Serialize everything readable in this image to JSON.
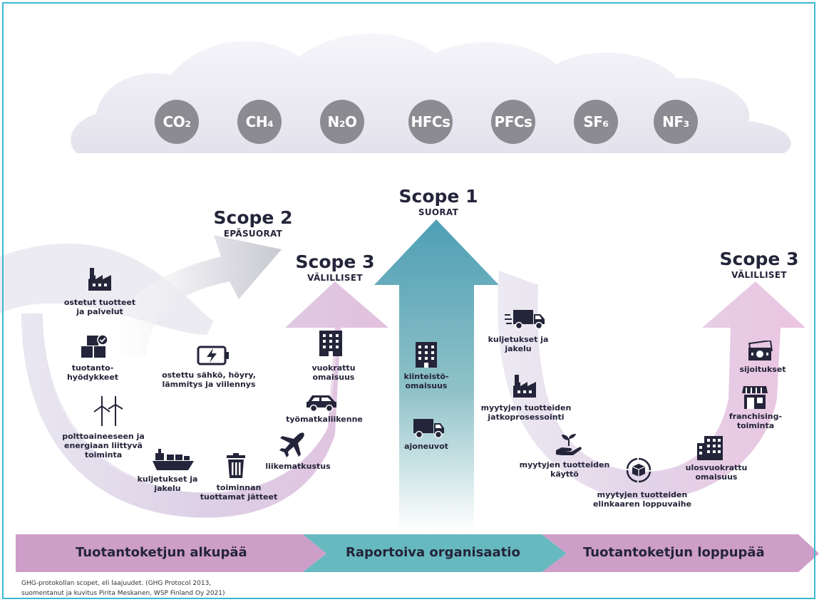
{
  "gases": [
    "CO₂",
    "CH₄",
    "N₂O",
    "HFCs",
    "PFCs",
    "SF₆",
    "NF₃"
  ],
  "scope1": {
    "title": "Scope 1",
    "subtitle": "SUORAT"
  },
  "scope2": {
    "title": "Scope 2",
    "subtitle": "EPÄSUORAT"
  },
  "scope3_up": {
    "title": "Scope 3",
    "subtitle": "VÄLILLISET"
  },
  "scope3_down": {
    "title": "Scope 3",
    "subtitle": "VÄLILLISET"
  },
  "upstream_items": [
    {
      "label": "ostetut tuotteet\nja palvelut",
      "icon": "factory-icon"
    },
    {
      "label": "tuotanto-\nhyödykkeet",
      "icon": "goods-icon"
    },
    {
      "label": "polttoaineeseen ja\nenergiaan liittyvä\ntoiminta",
      "icon": "wind-turbine-icon"
    },
    {
      "label": "kuljetukset ja\njakelu",
      "icon": "ship-icon"
    },
    {
      "label": "toiminnan\ntuottamat jätteet",
      "icon": "trash-icon"
    },
    {
      "label": "liikematkustus",
      "icon": "airplane-icon"
    },
    {
      "label": "työmatkaliikenne",
      "icon": "car-icon"
    },
    {
      "label": "vuokrattu\nomaisuus",
      "icon": "building-icon"
    }
  ],
  "scope2_item": {
    "label": "ostettu sähkö, höyry,\nlämmitys ja viilennys",
    "icon": "battery-icon"
  },
  "scope1_items": [
    {
      "label": "kiinteistö-\nomaisuus",
      "icon": "building-icon"
    },
    {
      "label": "ajoneuvot",
      "icon": "truck-icon"
    }
  ],
  "downstream_items": [
    {
      "label": "kuljetukset ja\njakelu",
      "icon": "truck-icon"
    },
    {
      "label": "myytyjen tuotteiden\njatkoprosessointi",
      "icon": "factory-icon"
    },
    {
      "label": "myytyjen tuotteiden\nkäyttö",
      "icon": "plant-hand-icon"
    },
    {
      "label": "myytyjen tuotteiden\nelinkaaren loppuvaihe",
      "icon": "recycle-box-icon"
    },
    {
      "label": "ulosvuokrattu\nomaisuus",
      "icon": "building-icon"
    },
    {
      "label": "franchising-\ntoiminta",
      "icon": "shop-icon"
    },
    {
      "label": "sijoitukset",
      "icon": "money-icon"
    }
  ],
  "bands": {
    "upstream": "Tuotantoketjun alkupää",
    "reporting": "Raportoiva organisaatio",
    "downstream": "Tuotantoketjun loppupää"
  },
  "caption": "GHG-protokollan scopet, eli laajuudet. (GHG Protocol 2013,\nsuomentanut ja kuvitus Pirita Meskanen, WSP Finland Oy 2021)",
  "colors": {
    "navy": "#24243a",
    "gas_circle": "#8b8b91",
    "pink": "#d9a9d0",
    "teal": "#5aa8b8",
    "band_pink": "#cd9ec8",
    "band_teal": "#66b9bf",
    "frame": "#3fb7d3"
  }
}
